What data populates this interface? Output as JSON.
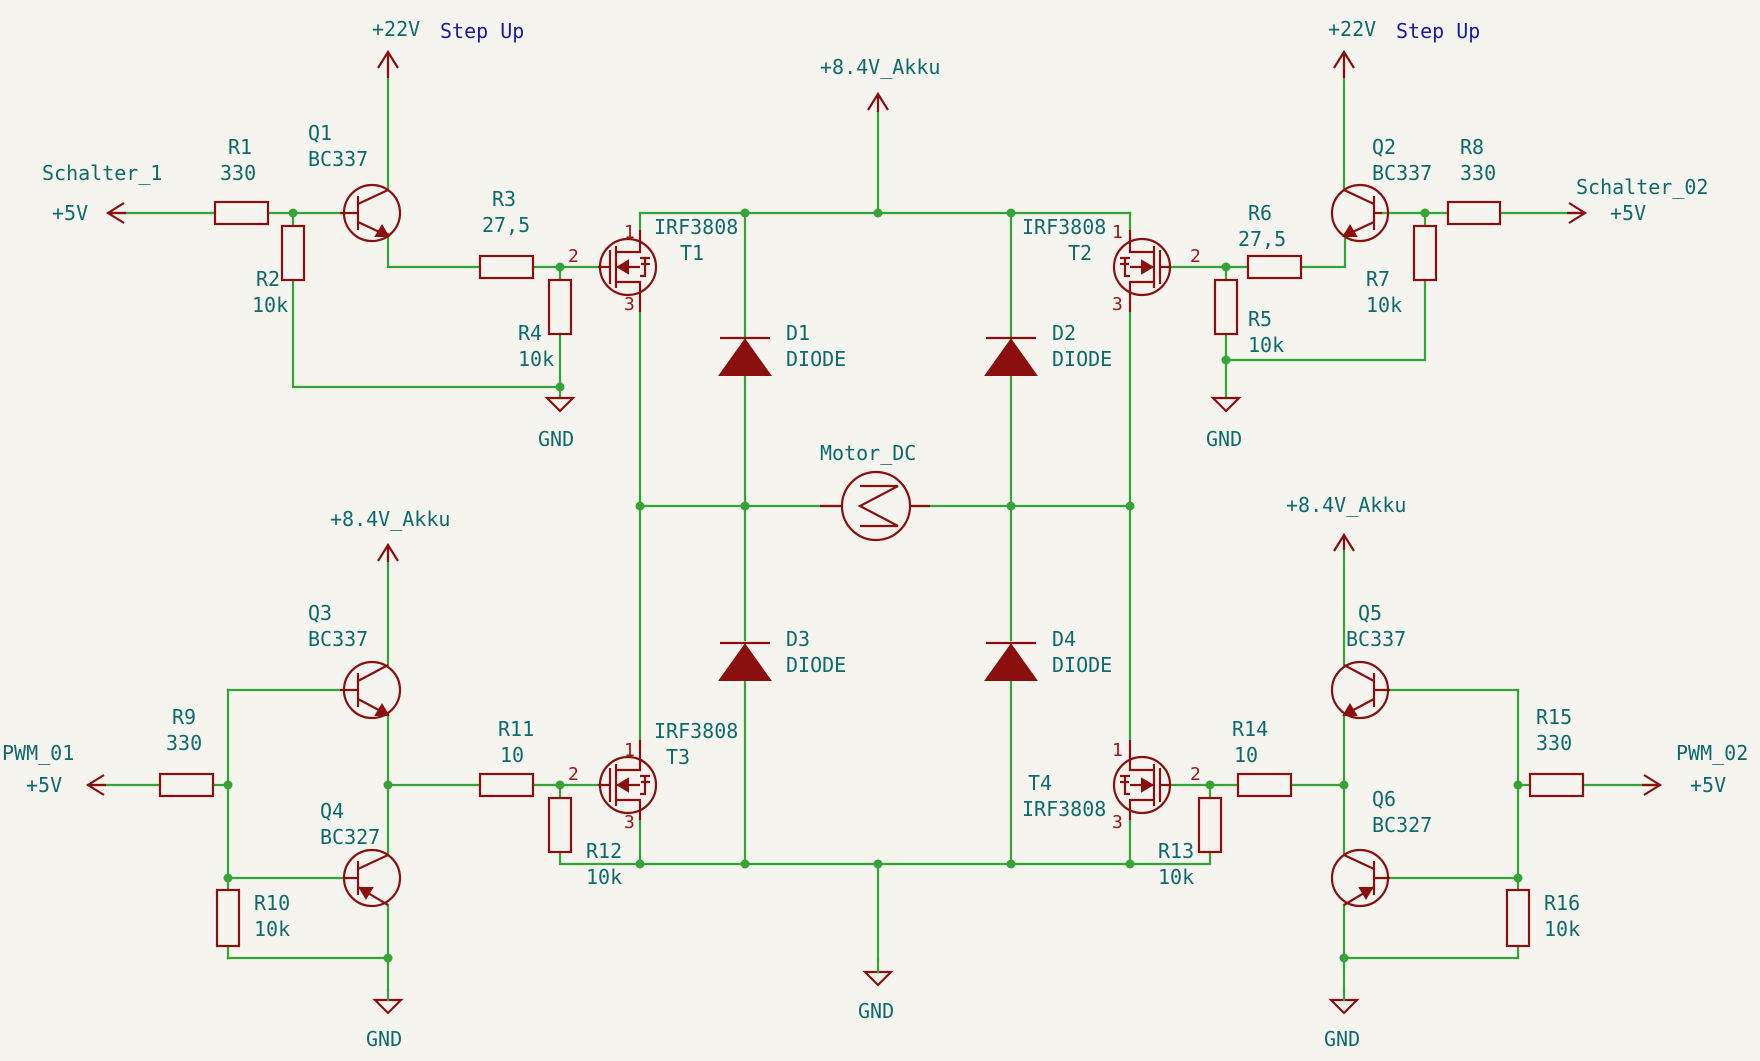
{
  "power": {
    "p22_left": "+22V",
    "stepup_left": "Step Up",
    "p22_right": "+22V",
    "stepup_right": "Step Up",
    "akku_top": "+8.4V_Akku",
    "akku_left": "+8.4V_Akku",
    "akku_right": "+8.4V_Akku",
    "gnd_1": "GND",
    "gnd_2": "GND",
    "gnd_3": "GND",
    "gnd_4": "GND",
    "gnd_5": "GND",
    "p5v_1": "+5V",
    "p5v_2": "+5V",
    "p5v_3": "+5V",
    "p5v_4": "+5V"
  },
  "nets": {
    "schalter_1": "Schalter_1",
    "schalter_02": "Schalter_02",
    "pwm_01": "PWM_01",
    "pwm_02": "PWM_02"
  },
  "components": {
    "R1": {
      "ref": "R1",
      "value": "330"
    },
    "R2": {
      "ref": "R2",
      "value": "10k"
    },
    "R3": {
      "ref": "R3",
      "value": "27,5"
    },
    "R4": {
      "ref": "R4",
      "value": "10k"
    },
    "R5": {
      "ref": "R5",
      "value": "10k"
    },
    "R6": {
      "ref": "R6",
      "value": "27,5"
    },
    "R7": {
      "ref": "R7",
      "value": "10k"
    },
    "R8": {
      "ref": "R8",
      "value": "330"
    },
    "R9": {
      "ref": "R9",
      "value": "330"
    },
    "R10": {
      "ref": "R10",
      "value": "10k"
    },
    "R11": {
      "ref": "R11",
      "value": "10"
    },
    "R12": {
      "ref": "R12",
      "value": "10k"
    },
    "R13": {
      "ref": "R13",
      "value": "10k"
    },
    "R14": {
      "ref": "R14",
      "value": "10"
    },
    "R15": {
      "ref": "R15",
      "value": "330"
    },
    "R16": {
      "ref": "R16",
      "value": "10k"
    },
    "Q1": {
      "ref": "Q1",
      "value": "BC337"
    },
    "Q2": {
      "ref": "Q2",
      "value": "BC337"
    },
    "Q3": {
      "ref": "Q3",
      "value": "BC337"
    },
    "Q4": {
      "ref": "Q4",
      "value": "BC327"
    },
    "Q5": {
      "ref": "Q5",
      "value": "BC337"
    },
    "Q6": {
      "ref": "Q6",
      "value": "BC327"
    },
    "T1": {
      "ref": "T1",
      "value": "IRF3808"
    },
    "T2": {
      "ref": "T2",
      "value": "IRF3808"
    },
    "T3": {
      "ref": "T3",
      "value": "IRF3808"
    },
    "T4": {
      "ref": "T4",
      "value": "IRF3808"
    },
    "D1": {
      "ref": "D1",
      "value": "DIODE"
    },
    "D2": {
      "ref": "D2",
      "value": "DIODE"
    },
    "D3": {
      "ref": "D3",
      "value": "DIODE"
    },
    "D4": {
      "ref": "D4",
      "value": "DIODE"
    },
    "M": {
      "value": "Motor_DC"
    }
  },
  "pins": {
    "p1": "1",
    "p2": "2",
    "p3": "3"
  },
  "colors": {
    "wire": "#36a336",
    "component": "#8b0f0f",
    "label": "#0f6b6b",
    "netlabel_blue": "#1a1aa8",
    "background": "#f5f4ef"
  }
}
